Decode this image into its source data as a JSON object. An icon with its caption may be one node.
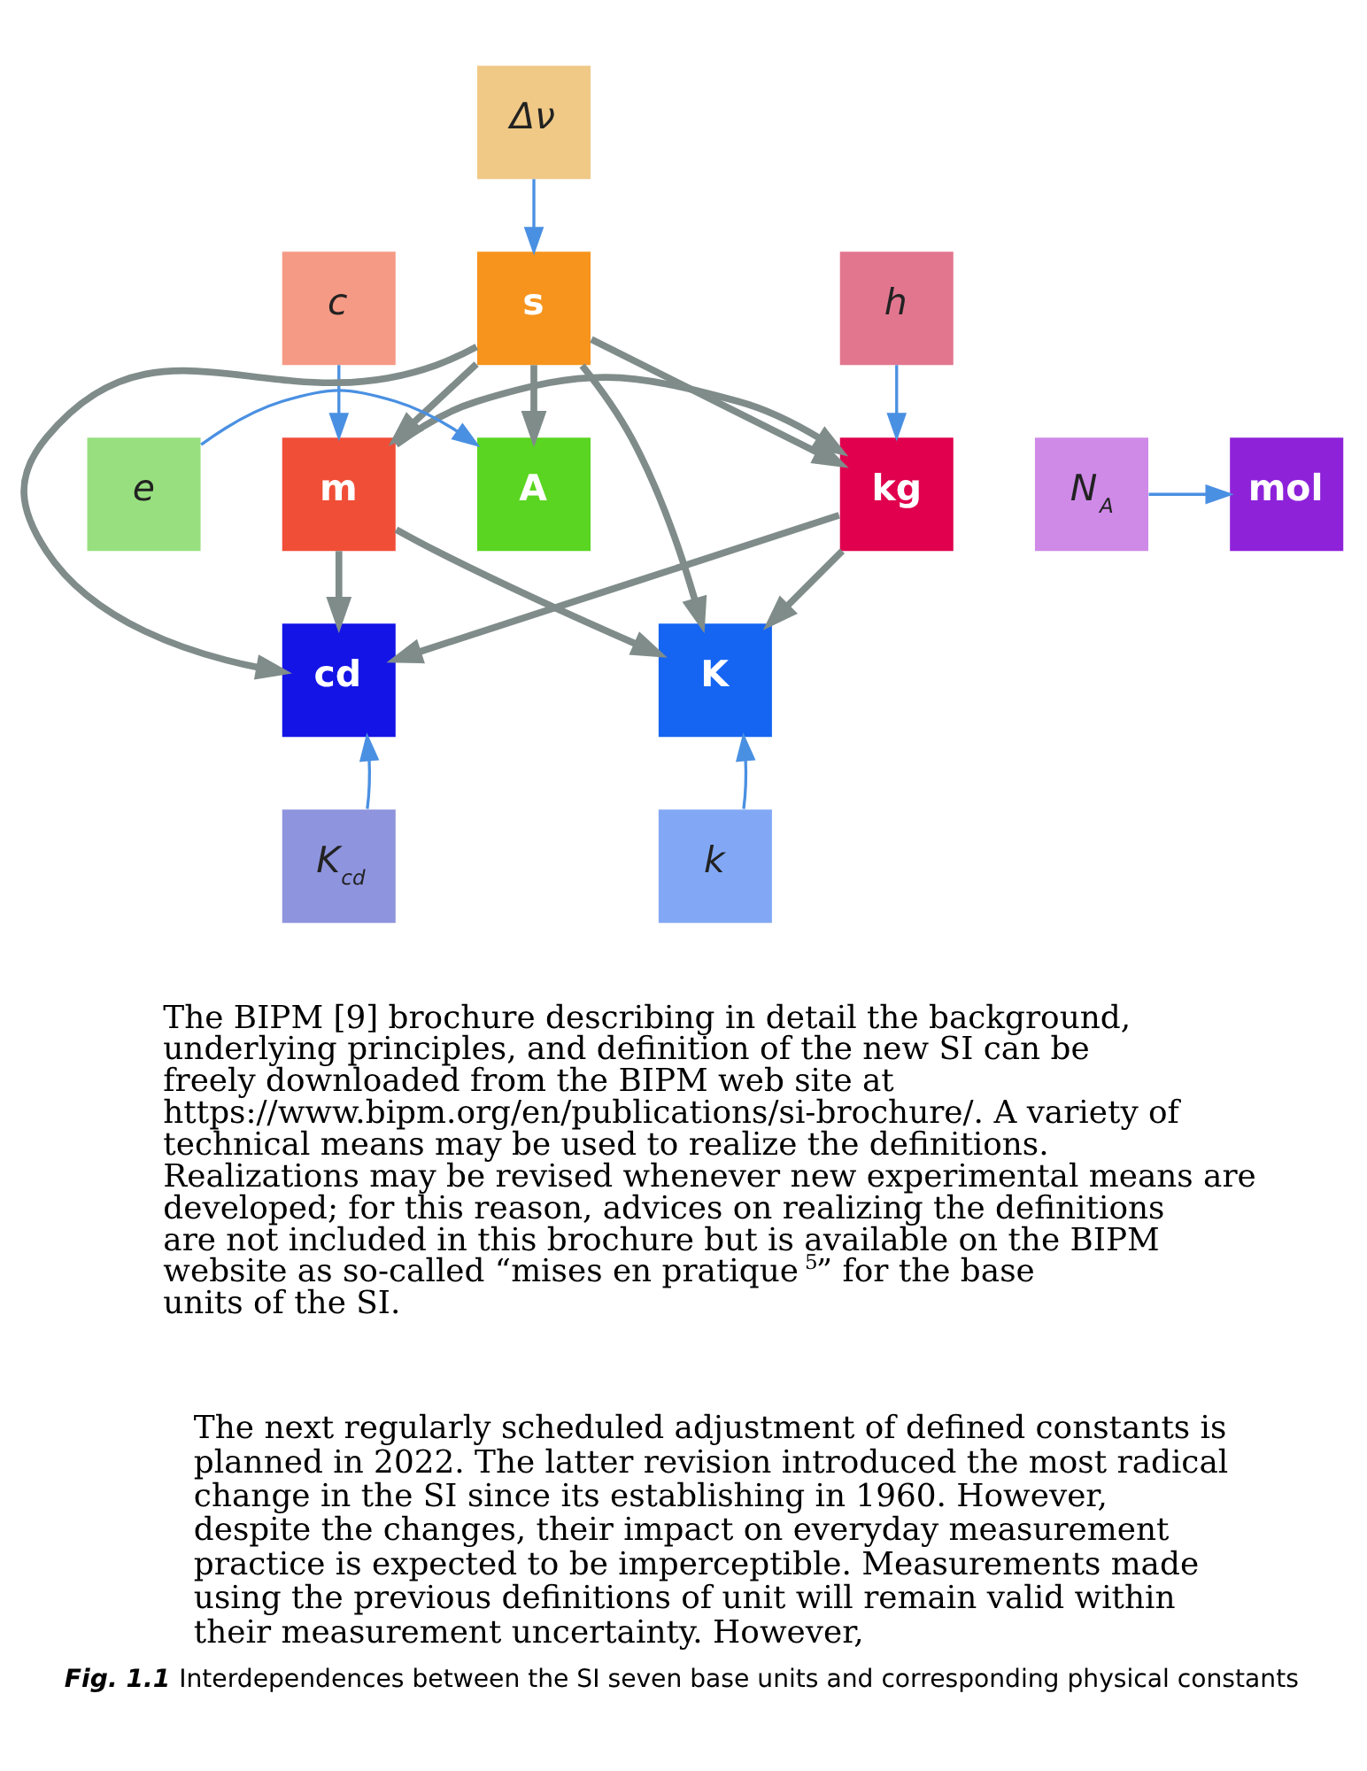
{
  "diagram": {
    "caption": "*Fig. 1.1* Interdependences between the SI seven base units and corresponding physical constants",
    "nodes": [
      {
        "text": [
          "Δν"
        ]
      },
      {
        "text": [
          "c"
        ]
      },
      {
        "text": [
          "s"
        ]
      },
      {
        "text": [
          "h"
        ]
      },
      {
        "text": [
          "m"
        ]
      },
      {
        "text": [
          "kg"
        ]
      },
      {
        "text": [
          "e"
        ]
      },
      {
        "text": [
          "A"
        ]
      },
      {
        "text": [
          "mol"
        ]
      },
      {
        "text": [
          "N$_{A}$"
        ]
      },
      {
        "text": [
          "K"
        ]
      },
      {
        "text": [
          "cd"
        ]
      },
      {
        "text": [
          "k"
        ]
      },
      {
        "text": [
          "K$_{cd}$"
        ]
      }
    ],
    "edges": [
      {
        "from": 0,
        "to": 2,
        "arrow": "to",
        "color": "#4a90e2"
      },
      {
        "from": 1,
        "to": 4,
        "arrow": "to",
        "color": "#4a90e2"
      },
      {
        "from": 3,
        "to": 5,
        "arrow": "to",
        "color": "#4a90e2"
      },
      {
        "from": 2,
        "to": 4,
        "arrow": "to"
      },
      {
        "from": 2,
        "to": 5,
        "arrow": "to"
      },
      {
        "from": 4,
        "to": 5,
        "arrow": "to"
      },
      {
        "from": 2,
        "to": 7,
        "arrow": "to"
      },
      {
        "from": 2,
        "to": 10,
        "arrow": "to"
      },
      {
        "from": 2,
        "to": 11,
        "arrow": "to"
      },
      {
        "from": 4,
        "to": 10,
        "arrow": "to"
      },
      {
        "from": 4,
        "to": 11,
        "arrow": "to"
      },
      {
        "from": 5,
        "to": 10,
        "arrow": "to"
      },
      {
        "from": 5,
        "to": 11,
        "arrow": "to"
      },
      {
        "from": 6,
        "to": 7,
        "arrow": "to",
        "color": "#4a90e2"
      },
      {
        "from": 9,
        "to": 8,
        "arrow": "to",
        "color": "#4a90e2"
      },
      {
        "from": 12,
        "to": 10,
        "arrow": "to",
        "color": "#4a90e2"
      },
      {
        "from": 13,
        "to": 11,
        "arrow": "to",
        "color": "#4a90e2"
      }
    ],
    "labels": [
      "The BIPM [9] brochure describing in detail the background, underlying principles, and definition of the new SI can be freely downloaded from the BIPM web site at https://www.bipm.org/en/publications/si-brochure/. A variety of technical means may be used to realize the definitions. Realizations may be revised whenever new experimental means are developed; for this reason, advices on realizing the definitions are not included in this brochure but is available on the BIPM website as so-called “mises en pratique$^{5}$” for the base units of the SI.",
      "The next regularly scheduled adjustment of defined constants is planned in 2022. The latter revision introduced the most radical change in the SI since its establishing in 1960. However, despite the changes, their impact on everyday measurement practice is expected to be imperceptible. Measurements made using the previous definitions of unit will remain valid within their measurement uncertainty. However,"
    ]
  }
}
